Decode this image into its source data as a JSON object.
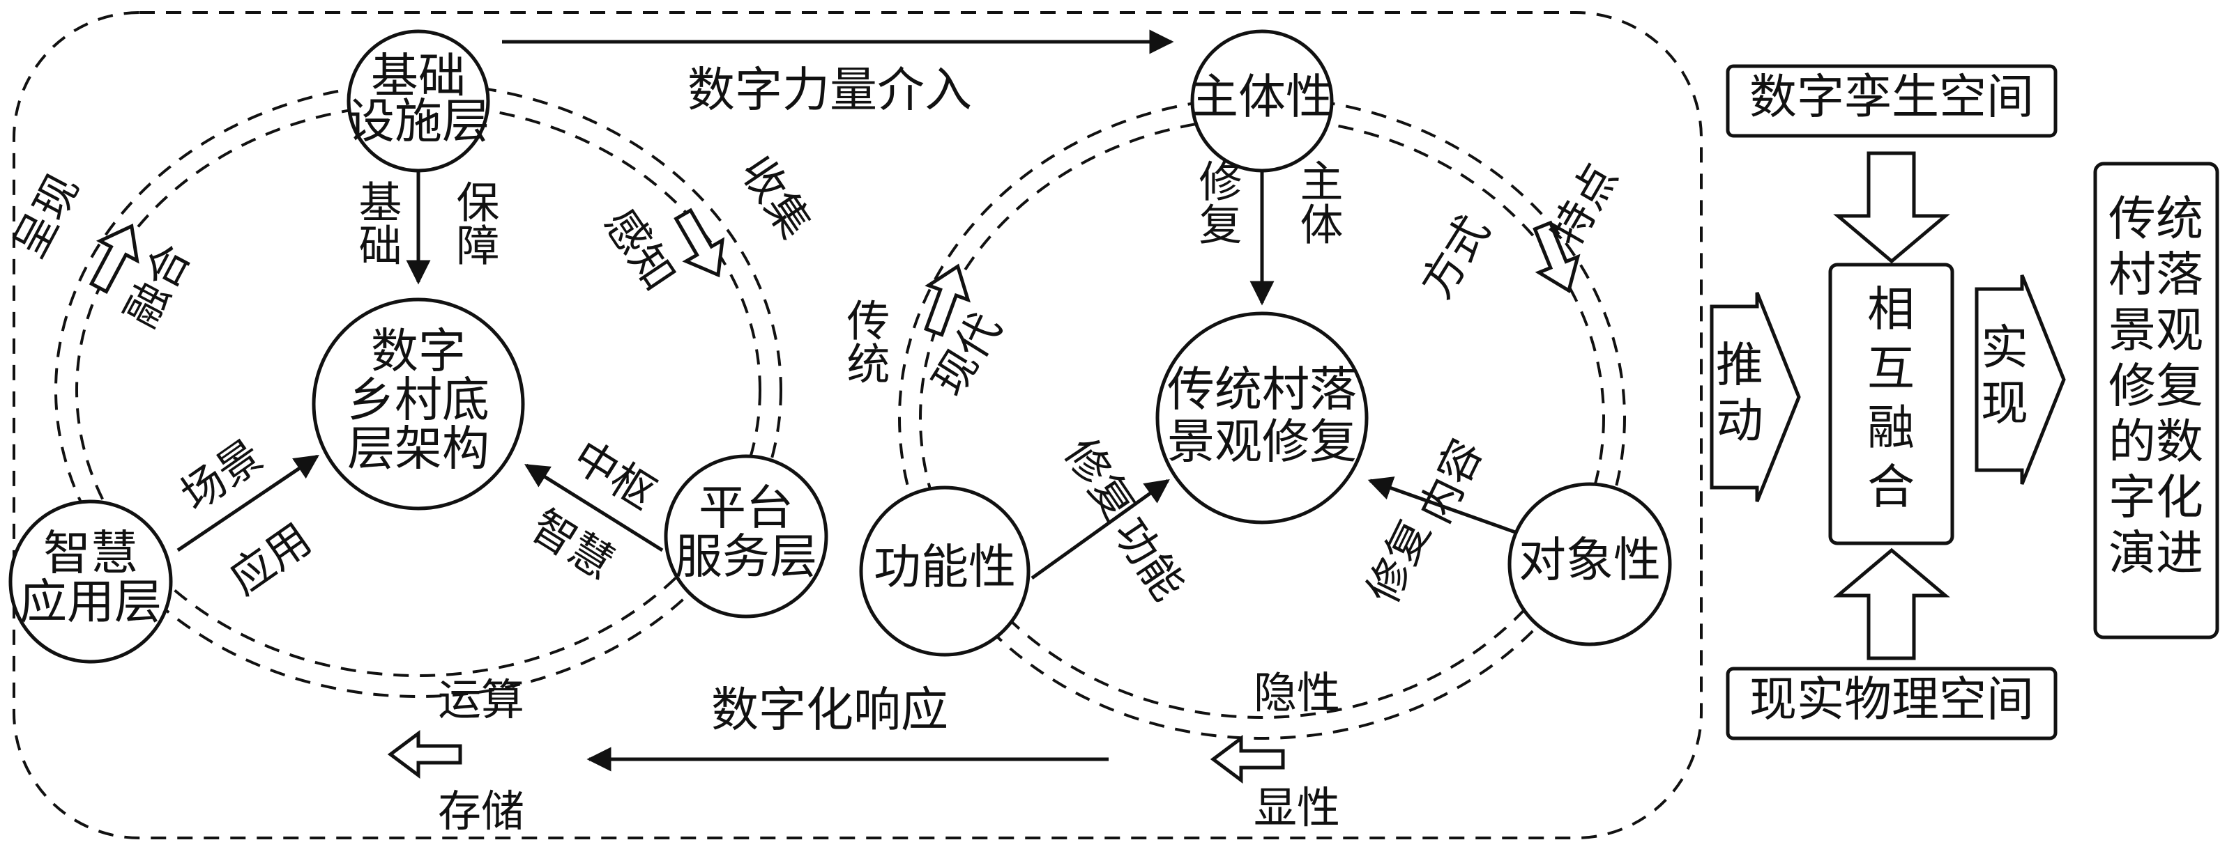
{
  "left_cycle": {
    "center": [
      "数字",
      "乡村底",
      "层架构"
    ],
    "nodes": {
      "top": [
        "基础",
        "设施层"
      ],
      "left": [
        "智慧",
        "应用层"
      ],
      "right": [
        "平台",
        "服务层"
      ]
    },
    "edge_labels": {
      "top_a": "基础",
      "top_b": "保障",
      "left_a": "场景",
      "left_b": "应用",
      "right_a": "中枢",
      "right_b": "智慧"
    },
    "ring_labels": {
      "upper_left_a": "呈现",
      "upper_left_b": "融合",
      "upper_right_a": "感知",
      "upper_right_b": "收集",
      "bottom_a": "运算",
      "bottom_b": "存储"
    }
  },
  "right_cycle": {
    "center": [
      "传统村落",
      "景观修复"
    ],
    "nodes": {
      "top": "主体性",
      "left": "功能性",
      "right": "对象性"
    },
    "edge_labels": {
      "top_a": "修复",
      "top_b": "主体",
      "left_a": "修复",
      "left_b": "功能",
      "right_a": "内容",
      "right_b": "修复"
    },
    "ring_labels": {
      "upper_left_a": "传统",
      "upper_left_b": "现代",
      "upper_right_a": "方式",
      "upper_right_b": "特点",
      "bottom_a": "隐性",
      "bottom_b": "显性"
    }
  },
  "links": {
    "top": "数字力量介入",
    "bottom": "数字化响应"
  },
  "side": {
    "digital_twin": "数字孪生空间",
    "physical": "现实物理空间",
    "push": [
      "推",
      "动"
    ],
    "merge": [
      "相",
      "互",
      "融",
      "合"
    ],
    "realize": [
      "实",
      "现"
    ],
    "result": [
      "传统",
      "村落",
      "景观",
      "修复",
      "的数",
      "字化",
      "演进"
    ]
  }
}
